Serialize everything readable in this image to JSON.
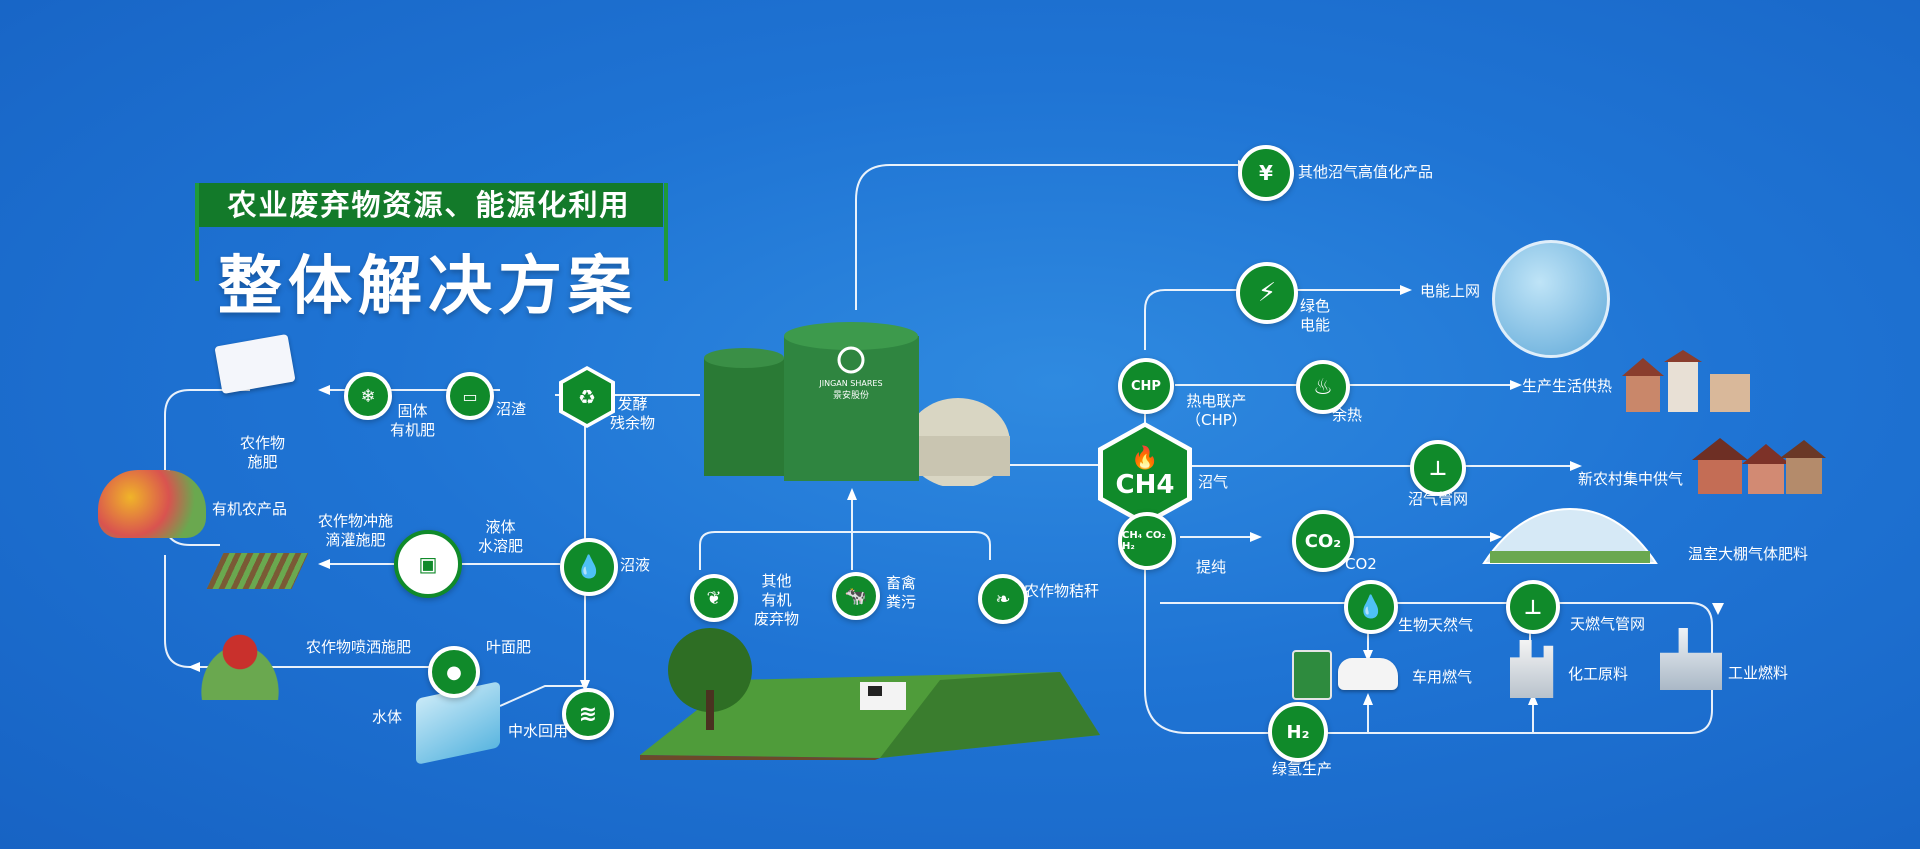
{
  "title": {
    "line1": "农业废弃物资源、能源化利用",
    "line2": "整体解决方案"
  },
  "center": {
    "ch4": "CH4"
  },
  "icons": {
    "chp": "CHP",
    "co2": "CO₂",
    "h2": "H₂"
  },
  "labels": {
    "other_products": "其他沼气高值化产品",
    "power_grid": "电能上网",
    "green_power_1": "绿色",
    "green_power_2": "电能",
    "chp_1": "热电联产",
    "chp_2": "（CHP）",
    "waste_heat": "余热",
    "heat_supply": "生产生活供热",
    "biogas": "沼气",
    "gas_network": "沼气管网",
    "village_gas": "新农村集中供气",
    "purification": "提纯",
    "co2": "CO2",
    "greenhouse": "温室大棚气体肥料",
    "bio_natural_gas": "生物天然气",
    "pipeline": "天燃气管网",
    "vehicle_fuel": "车用燃气",
    "chemical_raw": "化工原料",
    "industrial_fuel": "工业燃料",
    "green_hydrogen": "绿氢生产",
    "digestate_1": "发酵",
    "digestate_2": "残余物",
    "residue": "沼渣",
    "solid_fert_1": "固体",
    "solid_fert_2": "有机肥",
    "crop_fert_1": "农作物",
    "crop_fert_2": "施肥",
    "organic_produce": "有机农产品",
    "liquid_1": "液体",
    "liquid_2": "水溶肥",
    "drip_1": "农作物冲施",
    "drip_2": "滴灌施肥",
    "slurry": "沼液",
    "foliar": "叶面肥",
    "spray": "农作物喷洒施肥",
    "water_body": "水体",
    "reclaimed": "中水回用",
    "organic_waste_1": "其他",
    "organic_waste_2": "有机",
    "organic_waste_3": "废弃物",
    "manure_1": "畜禽",
    "manure_2": "粪污",
    "straw": "农作物秸秆"
  },
  "colors": {
    "background": "#1f74d4",
    "accent_green": "#108a2a",
    "title_band": "#137a2a"
  }
}
